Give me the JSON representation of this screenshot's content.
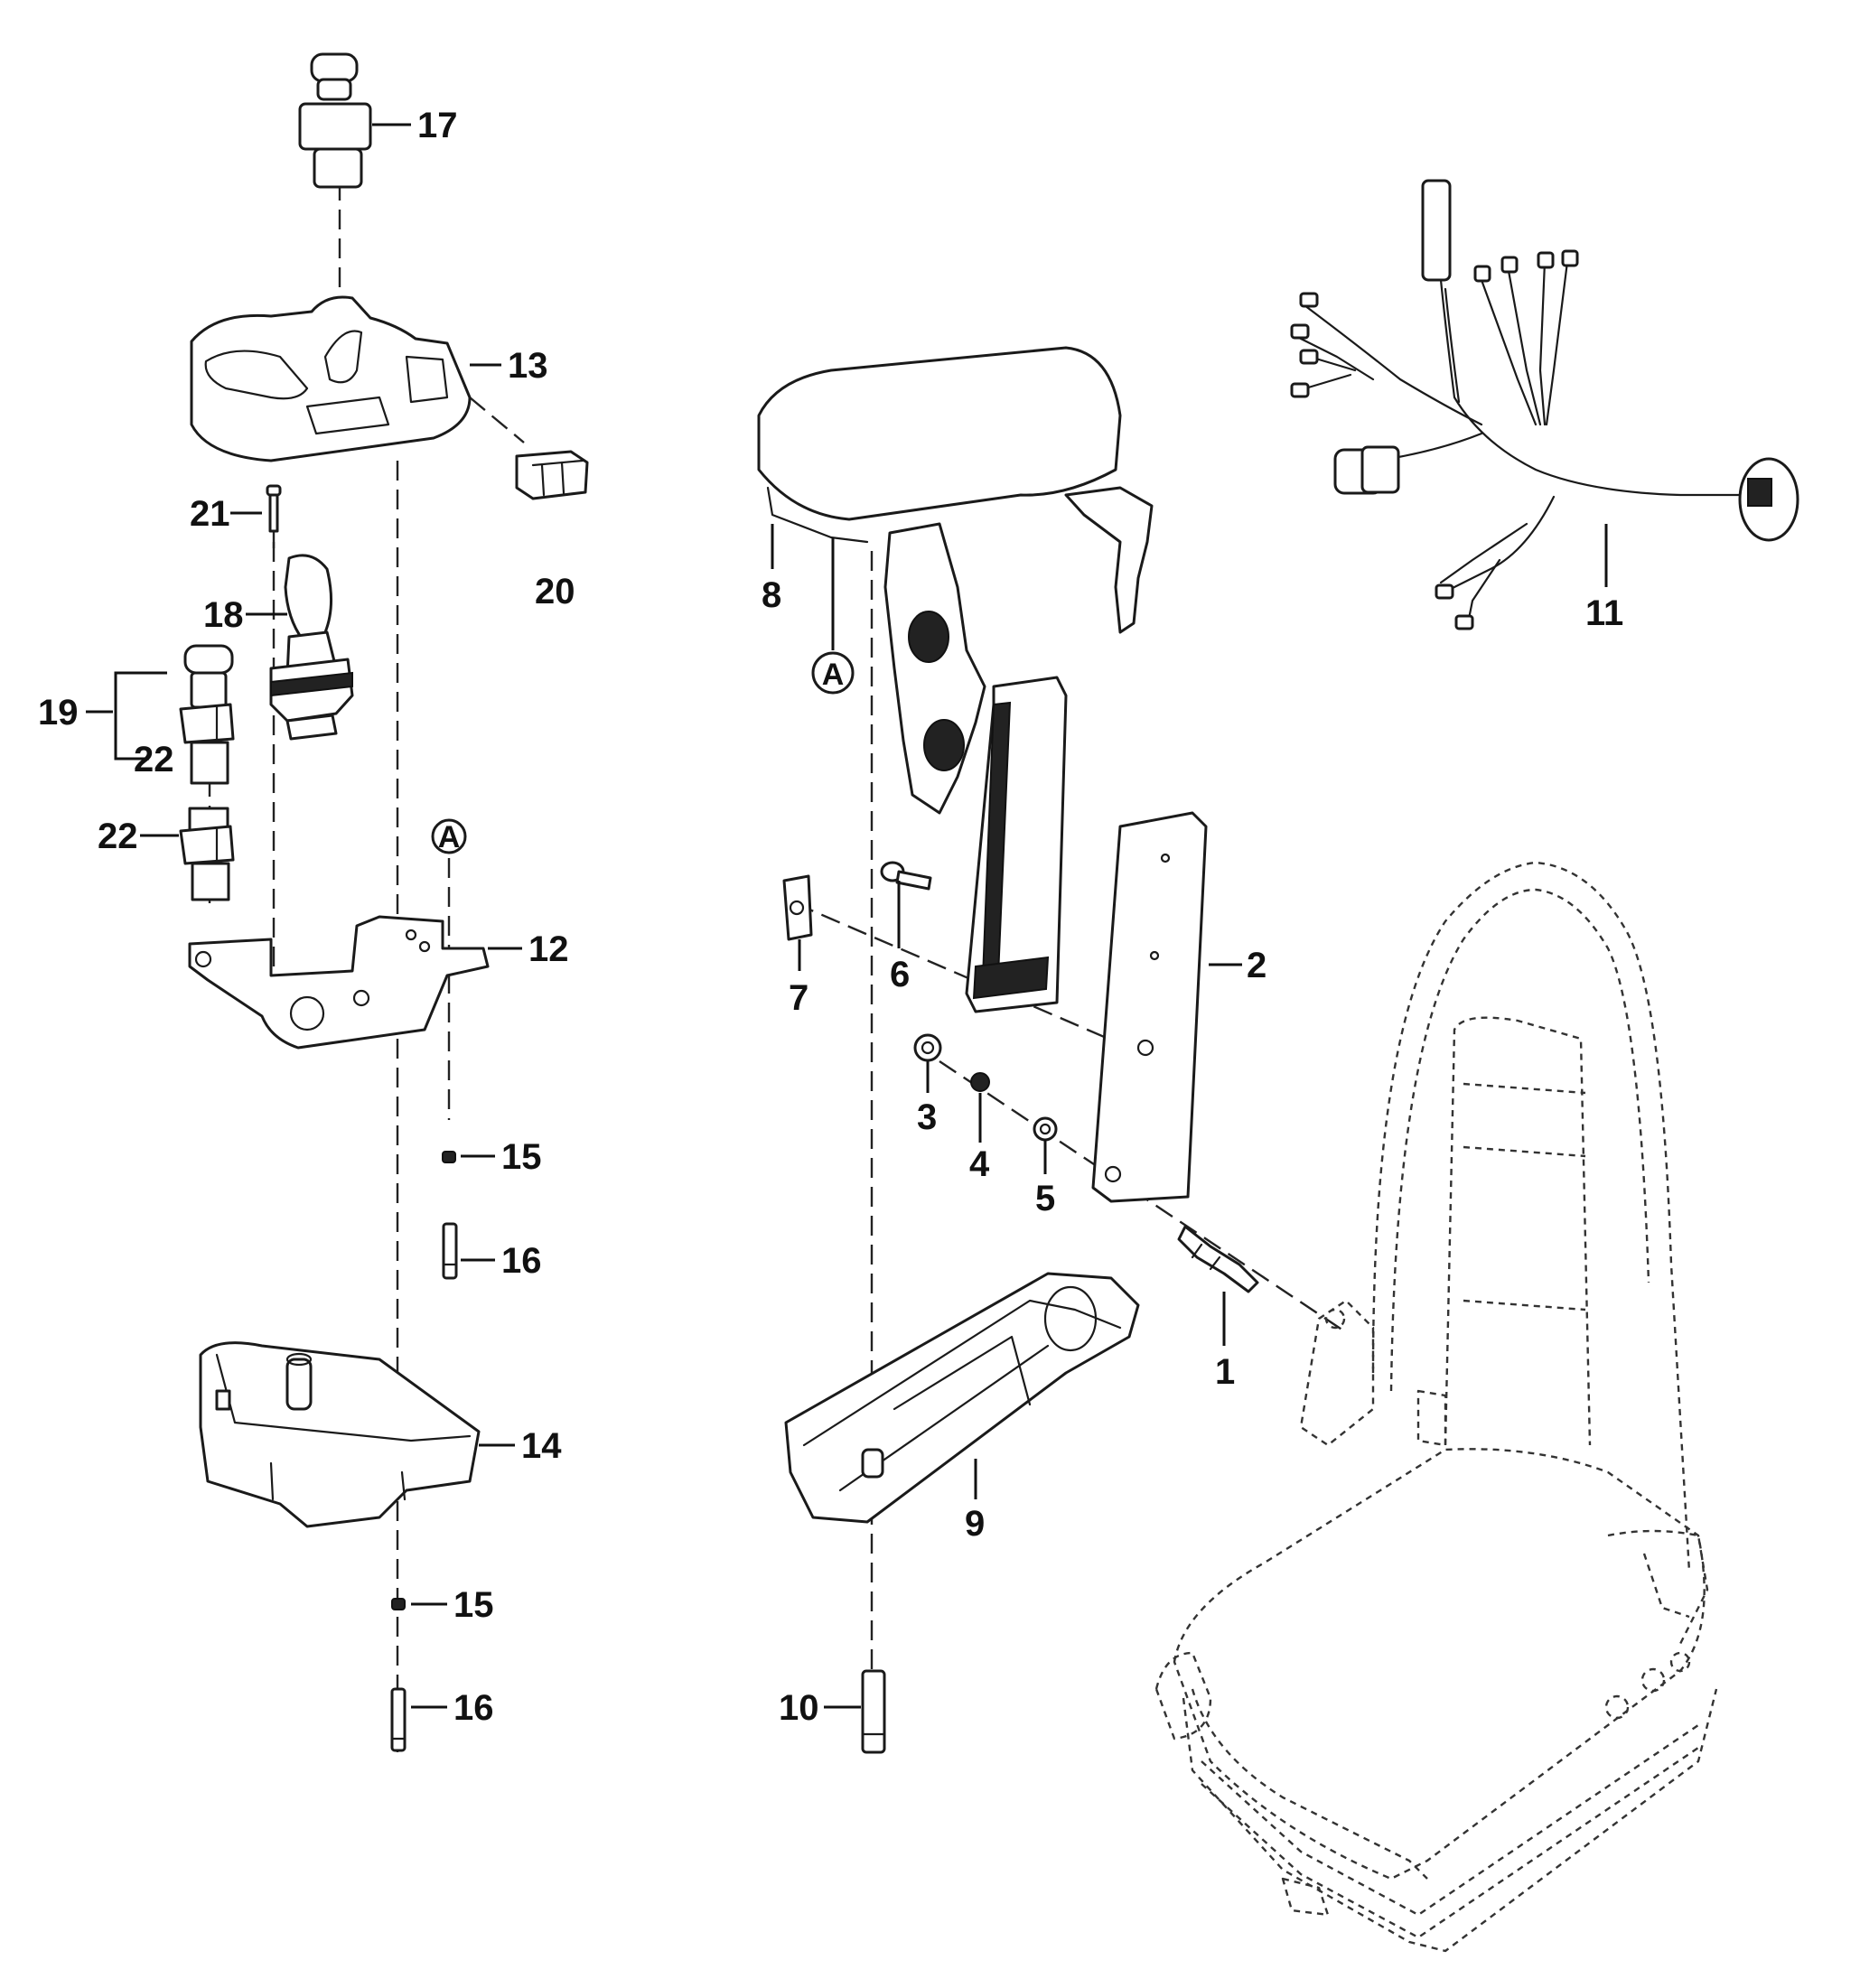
{
  "callouts": {
    "c1": "1",
    "c2": "2",
    "c3": "3",
    "c4": "4",
    "c5": "5",
    "c6": "6",
    "c7": "7",
    "c8": "8",
    "c9": "9",
    "c10": "10",
    "c11": "11",
    "c12": "12",
    "c13": "13",
    "c14": "14",
    "c15a": "15",
    "c15b": "15",
    "c16a": "16",
    "c16b": "16",
    "c17": "17",
    "c18": "18",
    "c19": "19",
    "c20": "20",
    "c21": "21",
    "c22a": "22",
    "c22b": "22"
  },
  "refs": {
    "ref_a_left": "A",
    "ref_a_right": "A"
  },
  "colors": {
    "line": "#1a1a1a",
    "background": "#ffffff"
  }
}
